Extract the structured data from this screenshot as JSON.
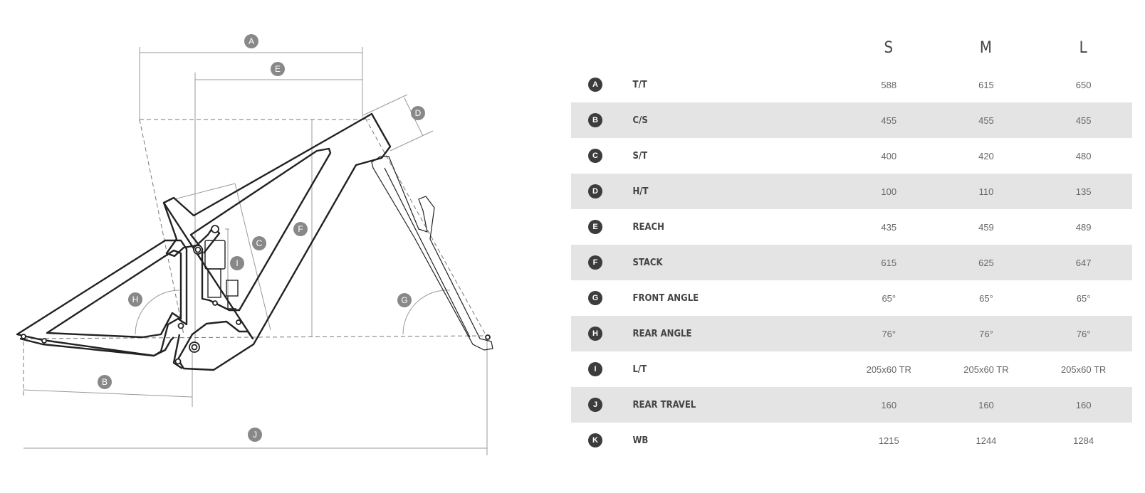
{
  "diagram": {
    "letters": [
      "A",
      "B",
      "C",
      "D",
      "E",
      "F",
      "G",
      "H",
      "I",
      "J"
    ],
    "line_color": "#222222",
    "dim_color": "#999999",
    "badge_color": "#888888"
  },
  "table": {
    "sizes": [
      "S",
      "M",
      "L"
    ],
    "badge_color": "#3c3c3c",
    "shade_color": "#e4e4e4",
    "rows": [
      {
        "key": "A",
        "label": "T/T",
        "values": [
          "588",
          "615",
          "650"
        ]
      },
      {
        "key": "B",
        "label": "C/S",
        "values": [
          "455",
          "455",
          "455"
        ]
      },
      {
        "key": "C",
        "label": "S/T",
        "values": [
          "400",
          "420",
          "480"
        ]
      },
      {
        "key": "D",
        "label": "H/T",
        "values": [
          "100",
          "110",
          "135"
        ]
      },
      {
        "key": "E",
        "label": "REACH",
        "values": [
          "435",
          "459",
          "489"
        ]
      },
      {
        "key": "F",
        "label": "STACK",
        "values": [
          "615",
          "625",
          "647"
        ]
      },
      {
        "key": "G",
        "label": "FRONT ANGLE",
        "values": [
          "65°",
          "65°",
          "65°"
        ]
      },
      {
        "key": "H",
        "label": "REAR ANGLE",
        "values": [
          "76°",
          "76°",
          "76°"
        ]
      },
      {
        "key": "I",
        "label": "L/T",
        "values": [
          "205x60 TR",
          "205x60 TR",
          "205x60 TR"
        ]
      },
      {
        "key": "J",
        "label": "REAR TRAVEL",
        "values": [
          "160",
          "160",
          "160"
        ]
      },
      {
        "key": "K",
        "label": "WB",
        "values": [
          "1215",
          "1244",
          "1284"
        ]
      }
    ]
  }
}
